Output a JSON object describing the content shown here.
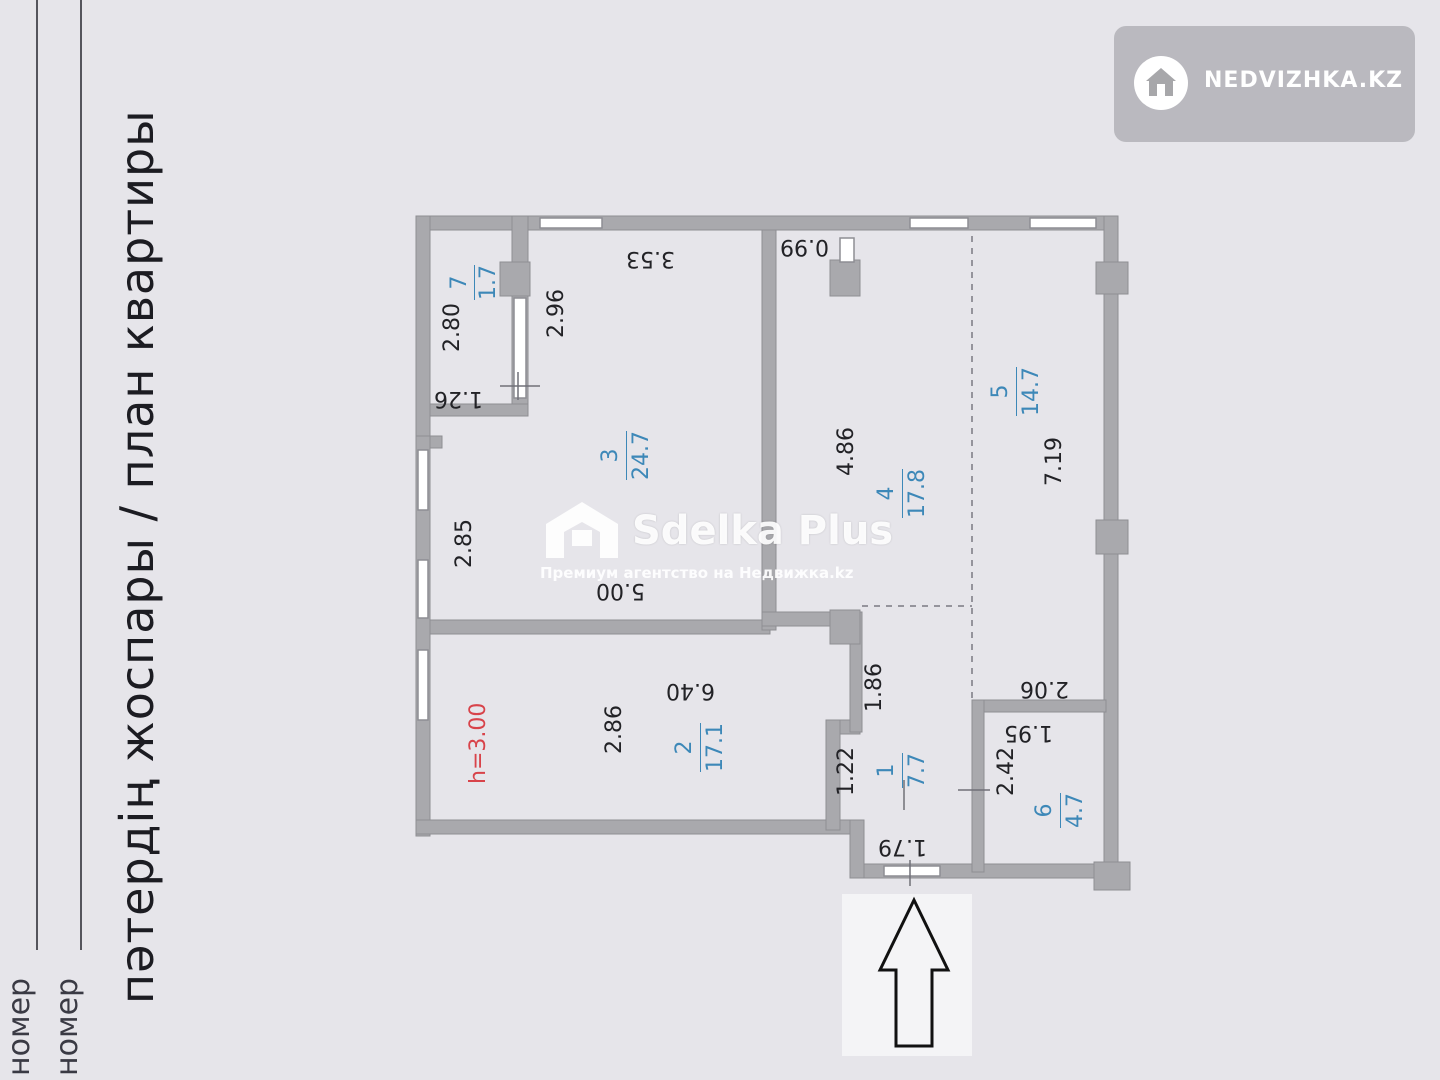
{
  "header": {
    "title": "пәтердің жоспары / план квартиры",
    "label_1": "номер",
    "label_2": "номер"
  },
  "brand": {
    "name": "NEDVIZHKA.KZ",
    "icon": "house-icon"
  },
  "watermark": {
    "title": "Sdelka Plus",
    "subtitle": "Премиум агентство на Недвижка.kz",
    "icon": "house-logo-icon"
  },
  "plan": {
    "height_label": "h=3.00",
    "rooms": [
      {
        "number": "1",
        "area": "7.7"
      },
      {
        "number": "2",
        "area": "17.1"
      },
      {
        "number": "3",
        "area": "24.7"
      },
      {
        "number": "4",
        "area": "17.8"
      },
      {
        "number": "5",
        "area": "14.7"
      },
      {
        "number": "6",
        "area": "4.7"
      },
      {
        "number": "7",
        "area": "1.7"
      }
    ],
    "dimensions": {
      "d_3_53": "3.53",
      "d_0_99": "0.99",
      "d_2_80": "2.80",
      "d_2_96": "2.96",
      "d_1_26": "1.26",
      "d_2_85": "2.85",
      "d_5_00": "5.00",
      "d_4_86": "4.86",
      "d_7_19": "7.19",
      "d_2_86": "2.86",
      "d_6_40": "6.40",
      "d_1_86": "1.86",
      "d_1_22": "1.22",
      "d_1_79": "1.79",
      "d_2_06": "2.06",
      "d_1_95": "1.95",
      "d_2_42": "2.42"
    }
  },
  "colors": {
    "wall": "#a7a7ab",
    "room_label": "#3d88b8",
    "height_label": "#d8434a",
    "dim_label": "#222226",
    "background": "#e6e5ea"
  }
}
